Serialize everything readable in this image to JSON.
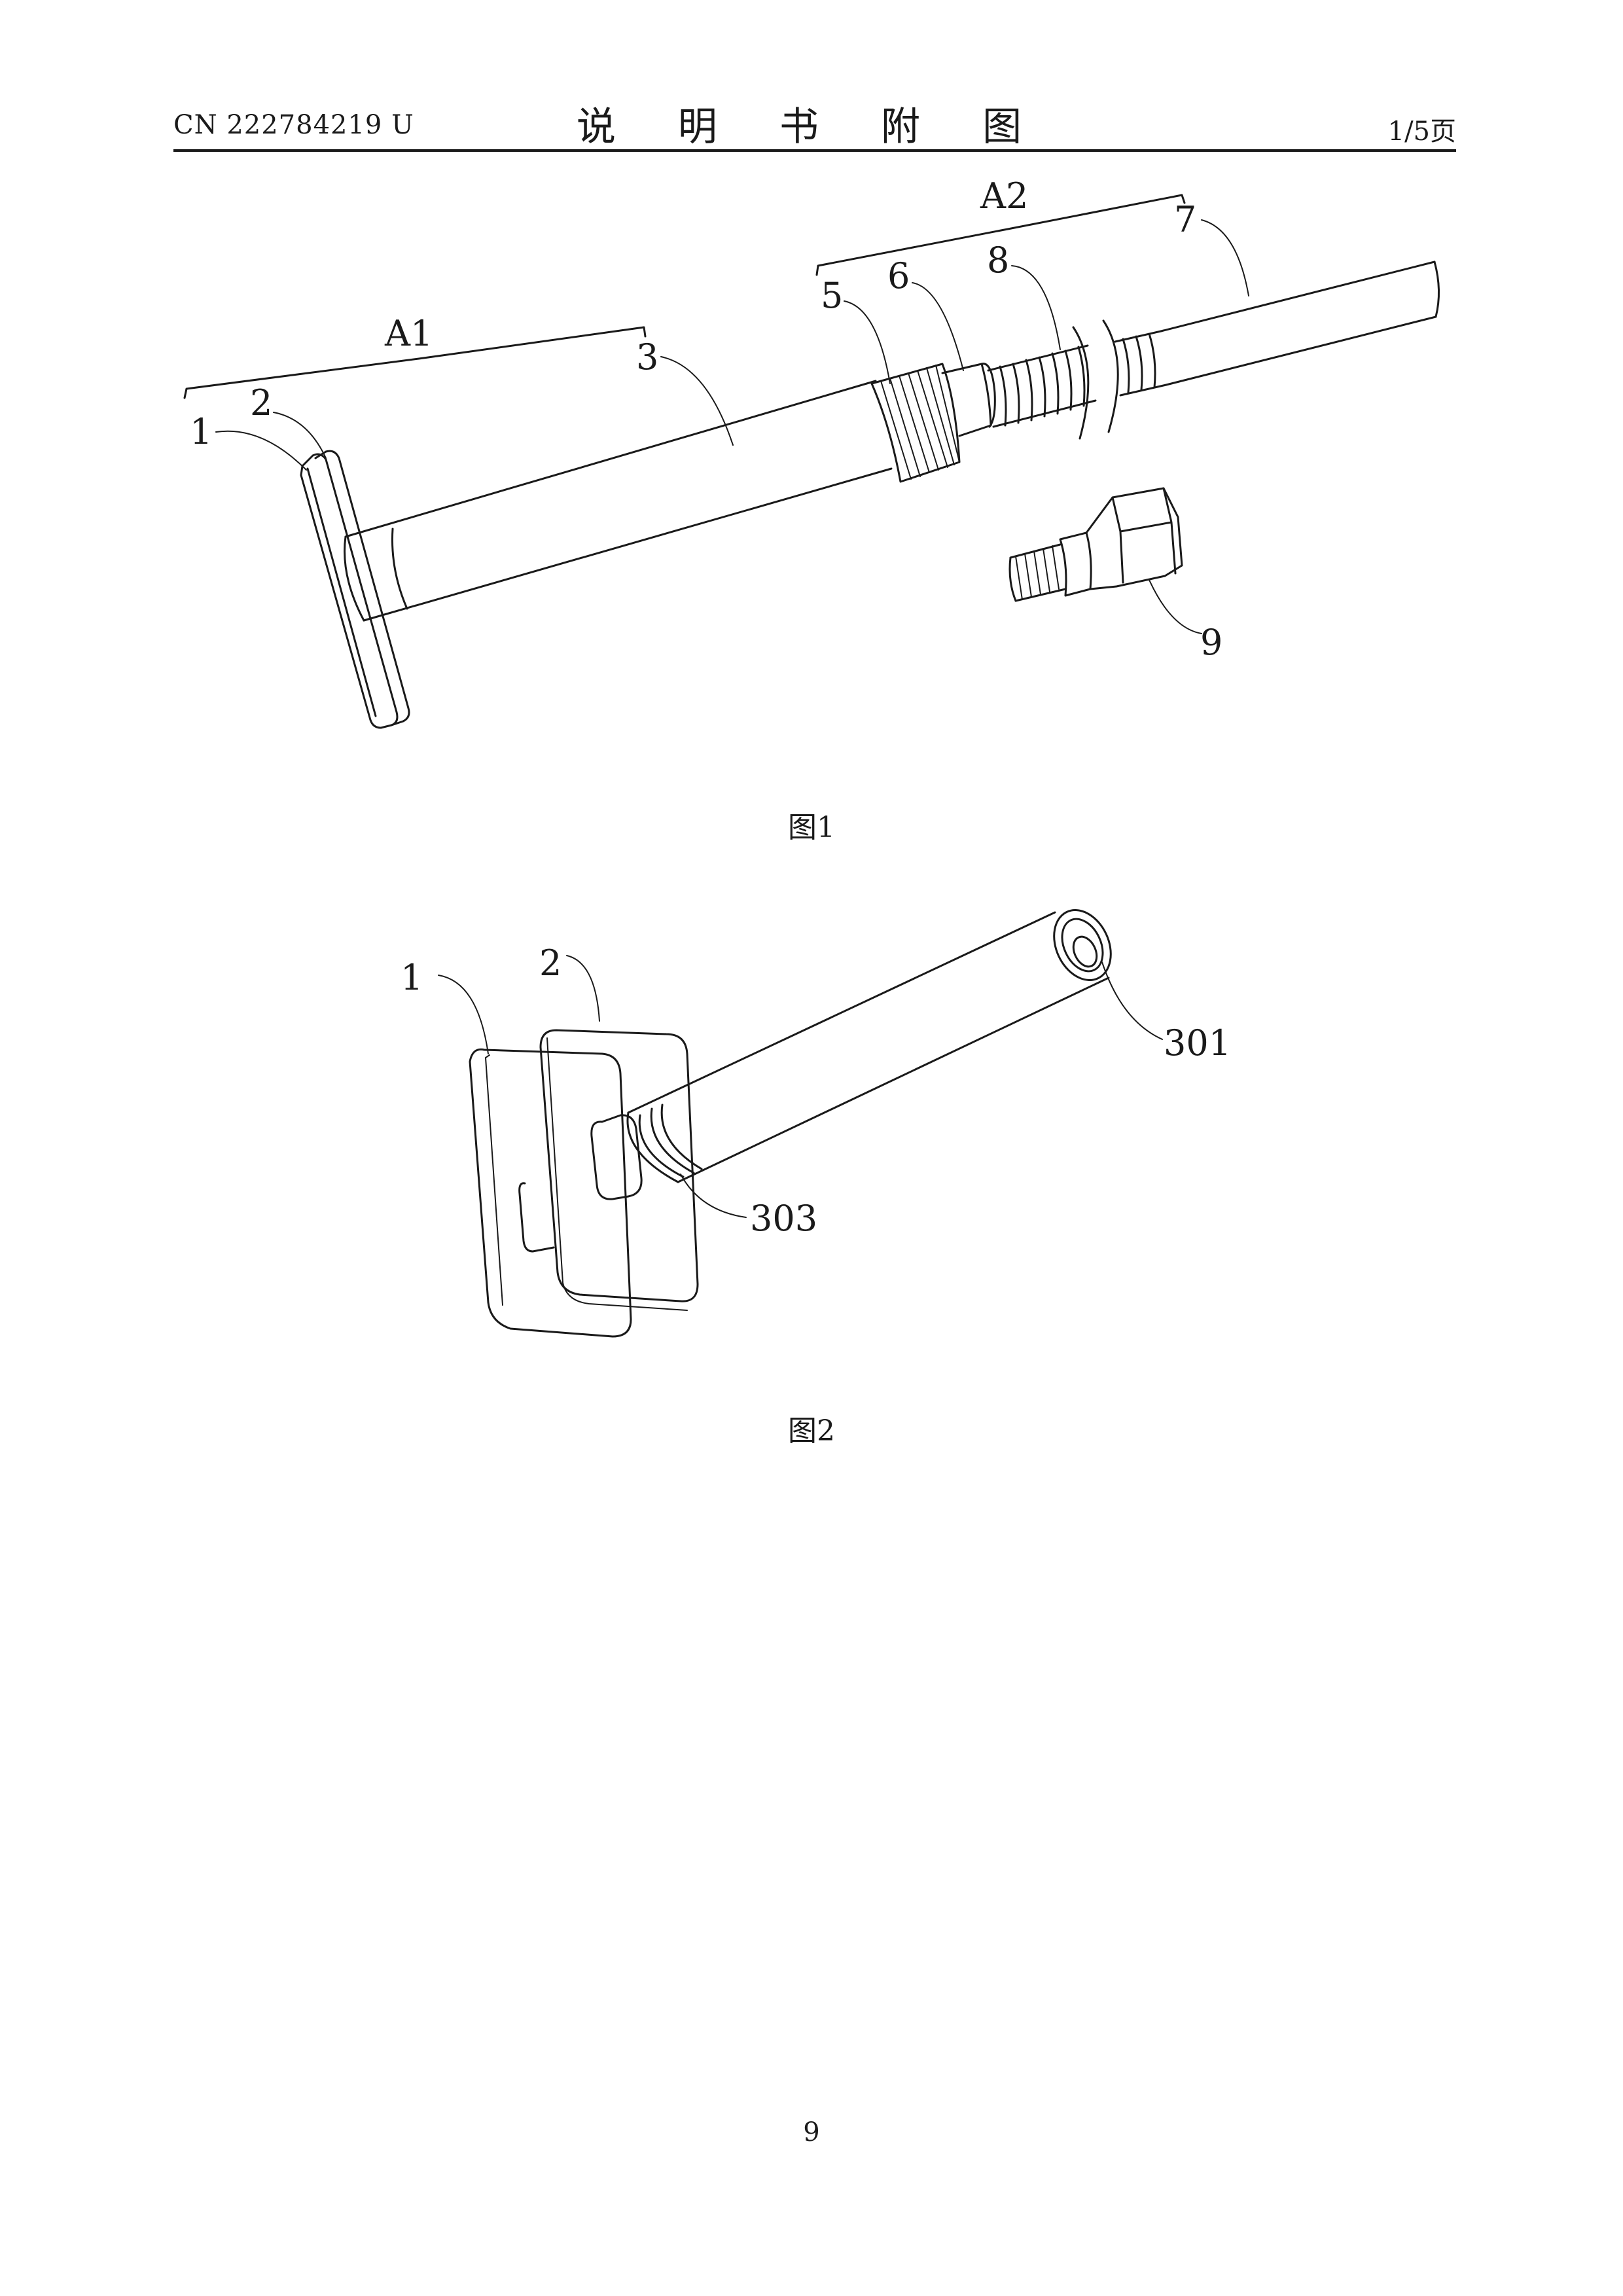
{
  "header": {
    "doc_number": "CN 222784219 U",
    "title": "说 明 书 附 图",
    "page_ratio": "1/5页"
  },
  "figure1": {
    "caption": "图1",
    "labels": {
      "a1": "A1",
      "a2": "A2",
      "n1": "1",
      "n2": "2",
      "n3": "3",
      "n5": "5",
      "n6": "6",
      "n7": "7",
      "n8": "8",
      "n9": "9"
    }
  },
  "figure2": {
    "caption": "图2",
    "labels": {
      "n1": "1",
      "n2": "2",
      "n301": "301",
      "n303": "303"
    }
  },
  "footer": {
    "page_number": "9"
  }
}
